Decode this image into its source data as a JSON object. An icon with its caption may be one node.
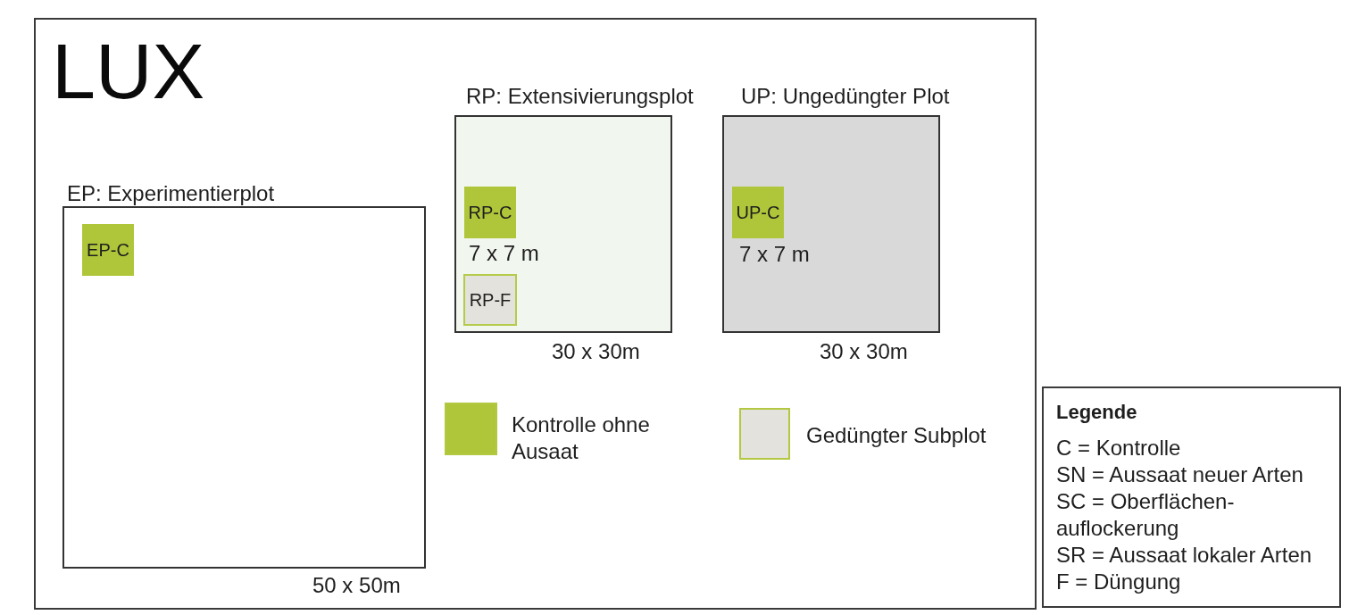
{
  "diagram": {
    "nodes": [
      {
        "text": [
          "LUX"
        ]
      },
      {
        "text": [
          "EP: Experimentierplot"
        ],
        "beside": [
          "50 x 50m"
        ],
        "in": 0
      },
      {
        "text": [
          "EP-C"
        ],
        "in": 1
      },
      {
        "text": [
          "RP: Extensivierungsplot"
        ],
        "beside": [
          "30 x 30m"
        ],
        "in": 0
      },
      {
        "text": [
          "RP-C"
        ],
        "beside": [
          "7 x 7 m"
        ],
        "in": 3
      },
      {
        "text": [
          "RP-F"
        ],
        "in": 3
      },
      {
        "text": [
          "UP: Ungedüngter Plot"
        ],
        "beside": [
          "30 x 30m"
        ],
        "in": 0
      },
      {
        "text": [
          "UP-C"
        ],
        "beside": [
          "7 x 7 m"
        ],
        "in": 6
      },
      {
        "text": [
          "Legende",
          "C = Kontrolle",
          "SN = Aussaat neuer Arten",
          "SC = Oberflächen- auflockerung",
          "SR = Aussaat lokaler Arten",
          "F = Düngung"
        ]
      }
    ],
    "legend": [
      {
        "text": "Kontrolle ohne Ausaat",
        "color": "#afc63a"
      },
      {
        "text": "Gedüngter Subplot",
        "color": "#e4e2dc"
      }
    ]
  }
}
